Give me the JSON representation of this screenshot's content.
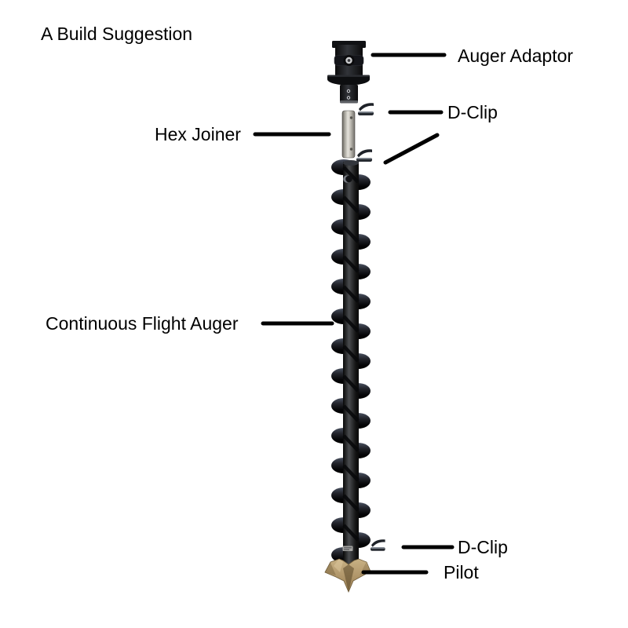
{
  "title": "A Build Suggestion",
  "diagram": {
    "labels": {
      "auger_adaptor": "Auger Adaptor",
      "d_clip_top": "D-Clip",
      "hex_joiner": "Hex Joiner",
      "continuous_flight_auger": "Continuous Flight Auger",
      "d_clip_bottom": "D-Clip",
      "pilot": "Pilot"
    },
    "colors": {
      "background": "#ffffff",
      "text": "#000000",
      "leader_line": "#000000",
      "metal_black": "#141518",
      "shaft_highlight": "#4a4c4f",
      "hex_joiner_silver": "#d9d6cf",
      "d_clip_dark": "#23272d",
      "pilot_tan": "#b49a6e",
      "pilot_tan_light": "#c8b184",
      "pilot_tan_dark": "#8a7450"
    }
  }
}
